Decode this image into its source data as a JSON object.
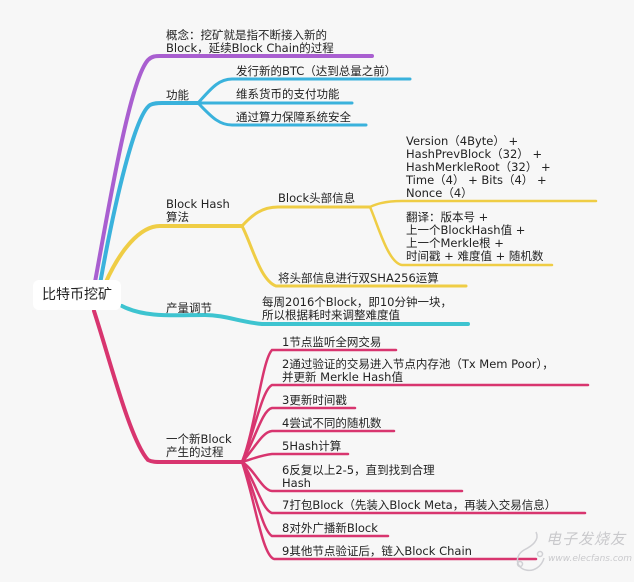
{
  "root": {
    "label": "比特币挖矿"
  },
  "colors": {
    "concept": "#a95fd0",
    "function": "#3ab2dc",
    "hash": "#efcd45",
    "output": "#3ec4d0",
    "process": "#d8356f",
    "background": "#f7f7f7"
  },
  "branches": {
    "concept": {
      "label_line1": "概念：挖矿就是指不断接入新的",
      "label_line2": "Block，延续Block Chain的过程"
    },
    "function": {
      "label": "功能",
      "children": [
        "发行新的BTC（达到总量之前）",
        "维系货币的支付功能",
        "通过算力保障系统安全"
      ]
    },
    "hash": {
      "label_line1": "Block Hash",
      "label_line2": "算法",
      "header": {
        "label": "Block头部信息",
        "fields": [
          "Version（4Byte） +",
          "HashPrevBlock（32） +",
          "HashMerkleRoot（32） +",
          "Time（4） + Bits（4） +",
          "Nonce（4）"
        ],
        "translation": [
          "翻译：版本号 +",
          "上一个BlockHash值 +",
          "上一个Merkle根 +",
          "时间戳 + 难度值 + 随机数"
        ]
      },
      "sha": "将头部信息进行双SHA256运算"
    },
    "output": {
      "label": "产量调节",
      "detail_line1": "每周2016个Block，即10分钟一块，",
      "detail_line2": "所以根据耗时来调整难度值"
    },
    "process": {
      "label_line1": "一个新Block",
      "label_line2": "产生的过程",
      "steps": [
        {
          "line1": "1节点监听全网交易"
        },
        {
          "line1": "2通过验证的交易进入节点内存池（Tx Mem Poor），",
          "line2": "并更新 Merkle Hash值"
        },
        {
          "line1": "3更新时间戳"
        },
        {
          "line1": "4尝试不同的随机数"
        },
        {
          "line1": "5Hash计算"
        },
        {
          "line1": "6反复以上2-5，直到找到合理",
          "line2": "Hash"
        },
        {
          "line1": "7打包Block（先装入Block Meta，再装入交易信息）"
        },
        {
          "line1": "8对外广播新Block"
        },
        {
          "line1": "9其他节点验证后，链入Block Chain"
        }
      ]
    }
  },
  "watermark": {
    "name": "电子发烧友",
    "url": "www.elecfans.com"
  }
}
